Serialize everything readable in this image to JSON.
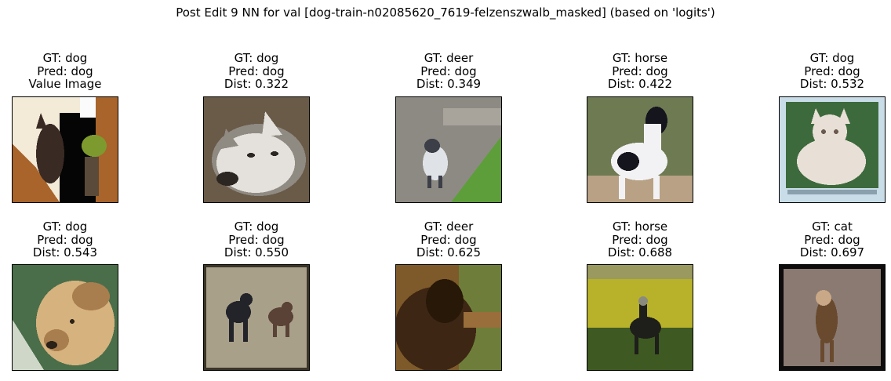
{
  "figure": {
    "title": "Post Edit 9 NN for val [dog-train-n02085620_7619-felzenszwalb_masked] (based on 'logits')"
  },
  "panels": [
    {
      "lines": [
        "GT: dog",
        "Pred: dog",
        "Value Image"
      ],
      "image": "value-image",
      "colors": {
        "bg": "#f3ead8",
        "wall": "#a8642a",
        "figure": "#3a2a24",
        "accent": "#7d9a2e"
      }
    },
    {
      "lines": [
        "GT: dog",
        "Pred: dog",
        "Dist: 0.322"
      ],
      "image": "white-wolf-face",
      "colors": {
        "bg": "#6a5a48",
        "subject": "#e4e1dc",
        "shade": "#8f8a82",
        "detail": "#2b2622"
      }
    },
    {
      "lines": [
        "GT: deer",
        "Pred: dog",
        "Dist: 0.349"
      ],
      "image": "small-grey-animal-on-path",
      "colors": {
        "bg": "#8d8a84",
        "grass": "#5e9e3a",
        "subject": "#dfe2e6",
        "detail": "#3c3e48"
      }
    },
    {
      "lines": [
        "GT: horse",
        "Pred: dog",
        "Dist: 0.422"
      ],
      "image": "black-white-horse",
      "colors": {
        "bg": "#6e7a52",
        "ground": "#b8a184",
        "subject": "#f2f2f4",
        "detail": "#15151e"
      }
    },
    {
      "lines": [
        "GT: dog",
        "Pred: dog",
        "Dist: 0.532"
      ],
      "image": "white-dog-framed-photo",
      "colors": {
        "bg": "#c9dde8",
        "inner": "#3d6a3c",
        "subject": "#e8e0d6",
        "detail": "#6b5a4e"
      }
    },
    {
      "lines": [
        "GT: dog",
        "Pred: dog",
        "Dist: 0.543"
      ],
      "image": "tan-dog-face",
      "colors": {
        "bg": "#4a6e4a",
        "subject": "#d6b27e",
        "shade": "#a87e4e",
        "detail": "#2a2218"
      }
    },
    {
      "lines": [
        "GT: dog",
        "Pred: dog",
        "Dist: 0.550"
      ],
      "image": "two-black-dogs-on-grass",
      "colors": {
        "bg": "#a9a08a",
        "frame": "#3a3428",
        "subject": "#23232a",
        "detail": "#5a4236"
      }
    },
    {
      "lines": [
        "GT: deer",
        "Pred: dog",
        "Dist: 0.625"
      ],
      "image": "brown-bison",
      "colors": {
        "bg": "#7e5a2a",
        "grass": "#6e7e3a",
        "subject": "#3e2614",
        "detail": "#9a6e3a"
      }
    },
    {
      "lines": [
        "GT: horse",
        "Pred: dog",
        "Dist: 0.688"
      ],
      "image": "rider-on-horse-in-field",
      "colors": {
        "bg": "#b8b22a",
        "grass": "#3e5a22",
        "subject": "#1e1e1a",
        "detail": "#8a8a7e"
      }
    },
    {
      "lines": [
        "GT: cat",
        "Pred: dog",
        "Dist: 0.697"
      ],
      "image": "lion-walking-on-road",
      "colors": {
        "bg": "#8a7a72",
        "frame": "#0e0c0c",
        "subject": "#6a4a2e",
        "detail": "#c8a886"
      }
    }
  ]
}
